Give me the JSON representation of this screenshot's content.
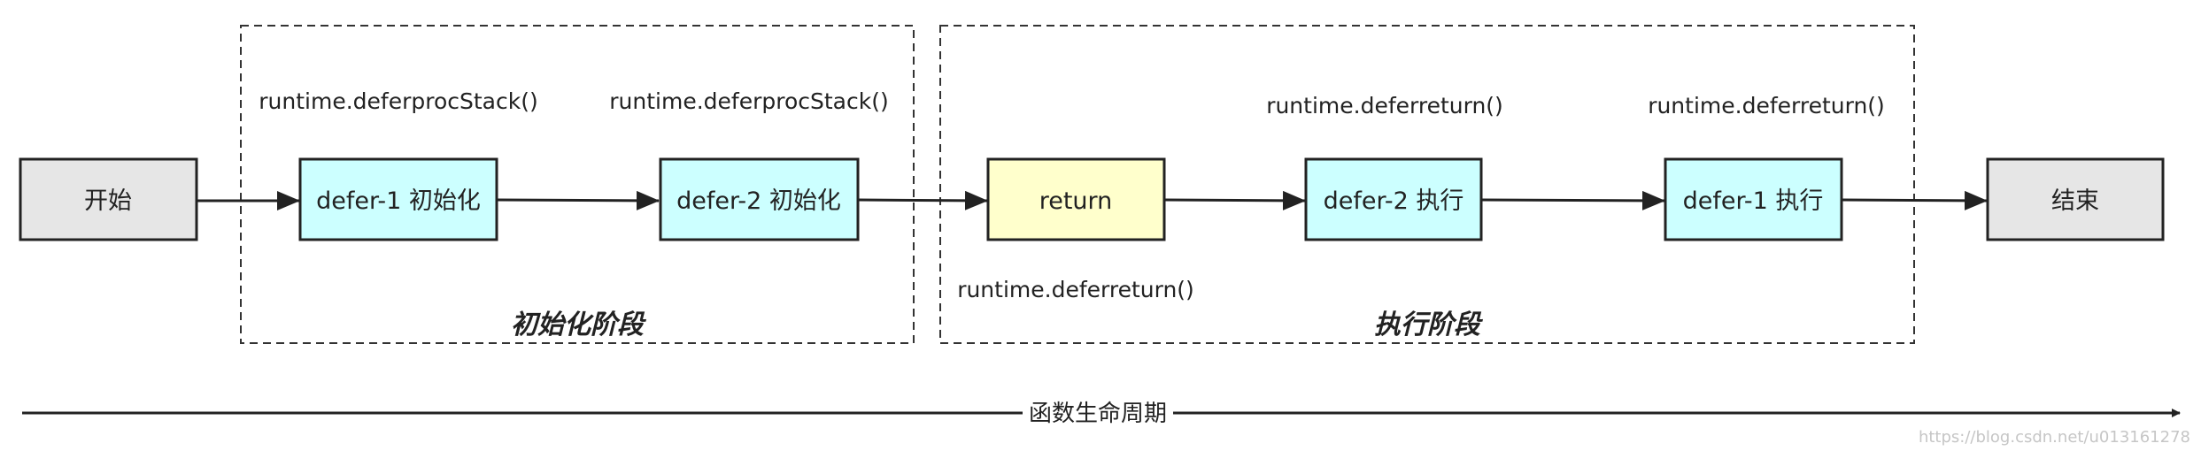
{
  "colors": {
    "terminal_fill": "#e6e6e6",
    "defer_fill": "#ccffff",
    "return_fill": "#ffffcc",
    "stroke": "#222222"
  },
  "nodes": {
    "start": "开始",
    "defer1_init": "defer-1 初始化",
    "defer2_init": "defer-2 初始化",
    "return": "return",
    "defer2_exec": "defer-2 执行",
    "defer1_exec": "defer-1 执行",
    "end": "结束"
  },
  "calls": {
    "defer1_init": "runtime.deferprocStack()",
    "defer2_init": "runtime.deferprocStack()",
    "return": "runtime.deferreturn()",
    "defer2_exec": "runtime.deferreturn()",
    "defer1_exec": "runtime.deferreturn()"
  },
  "phases": {
    "init": "初始化阶段",
    "exec": "执行阶段"
  },
  "timeline": {
    "label": "函数生命周期"
  },
  "watermark": "https://blog.csdn.net/u013161278"
}
